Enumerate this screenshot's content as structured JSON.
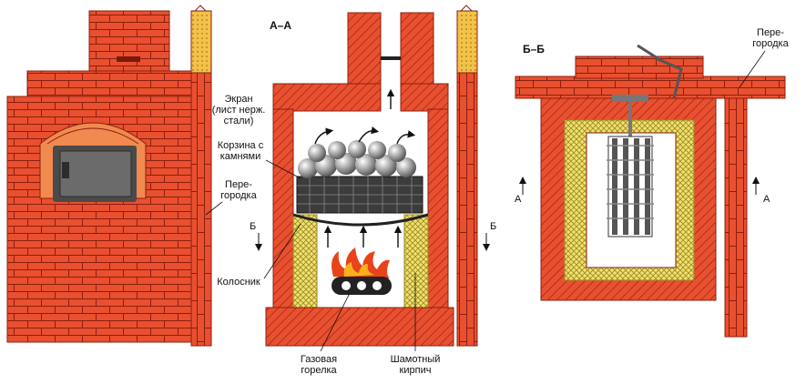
{
  "colors": {
    "brick": "#e9502f",
    "brick_light": "#f08a4f",
    "mortar": "#8a1f10",
    "chamotte": "#f0e070",
    "partition": "#d8262a",
    "insulation": "#f2c24a",
    "door": "#6b6b6b",
    "stone": "#9a9a9a",
    "basket": "#3c3c3c",
    "flame": "#e8431c",
    "flame_tip": "#f7b21a"
  },
  "sections": {
    "aa": "А–А",
    "bb": "Б–Б"
  },
  "labels": {
    "screen_line1": "Экран",
    "screen_line2": "(лист нерж.",
    "screen_line3": "стали)",
    "basket_line1": "Корзина с",
    "basket_line2": "камнями",
    "partition_line1": "Пере-",
    "partition_line2": "городка",
    "grate": "Колосник",
    "burner_line1": "Газовая",
    "burner_line2": "горелка",
    "chamotte_line1": "Шамотный",
    "chamotte_line2": "кирпич",
    "partition2_line1": "Пере-",
    "partition2_line2": "городка"
  },
  "markers": {
    "b_left": "Б",
    "b_right": "Б",
    "a_left": "А",
    "a_right": "А"
  },
  "icons": [
    "arrow-up-icon",
    "flame-icon",
    "stone-icon"
  ]
}
